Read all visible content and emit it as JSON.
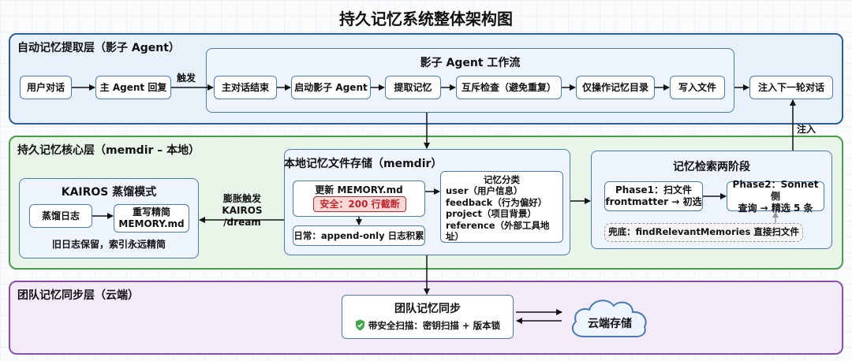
{
  "title": "持久记忆系统整体架构图",
  "layers": {
    "extract": "自动记忆提取层（影子 Agent）",
    "core": "持久记忆核心层（memdir – 本地）",
    "team": "团队记忆同步层（云端）"
  },
  "extract": {
    "user_dialog": "用户对话",
    "main_agent": "主 Agent 回复",
    "trigger": "触发",
    "workflow_title": "影子 Agent 工作流",
    "steps": [
      "主对话结束",
      "启动影子 Agent",
      "提取记忆",
      "互斥检查（避免重复）",
      "仅操作记忆目录",
      "写入文件"
    ],
    "next_dialog": "注入下一轮对话",
    "inject": "注入"
  },
  "core": {
    "kairos_title": "KAIROS 蒸馏模式",
    "distill_log": "蒸馏日志",
    "rewrite_line1": "重写精简",
    "rewrite_line2": "MEMORY.md",
    "kairos_note": "旧日志保留，索引永远精简",
    "dream_line1": "膨胀触发",
    "dream_line2": "KAIROS",
    "dream_line3": "/dream",
    "memdir_title": "本地记忆文件存储（memdir）",
    "update_memory": "更新 MEMORY.md",
    "safety": "安全：200 行截断",
    "daily": "日常：append-only 日志积累",
    "categories_title": "记忆分类",
    "categories": [
      "user（用户信息）",
      "feedback（行为偏好）",
      "project（项目背景）",
      "reference（外部工具地址）"
    ],
    "retrieval_title": "记忆检索两阶段",
    "phase1_line1": "Phase1：扫文件",
    "phase1_line2": "frontmatter → 初选",
    "phase2_line1": "Phase2：Sonnet 侧",
    "phase2_line2": "查询 → 精选 5 条",
    "fallback": "兜底：findRelevantMemories 直接扫文件"
  },
  "team": {
    "sync_title": "团队记忆同步",
    "sync_note": "带安全扫描：密钥扫描 + 版本锁",
    "cloud": "云端存储"
  },
  "colors": {
    "extract_bg": "#e8f1fa",
    "extract_border": "#2f5d9e",
    "core_bg": "#eaf5ea",
    "core_border": "#4a9a4a",
    "team_bg": "#f3ecf8",
    "team_border": "#8a4fae",
    "box_border": "#4a7ab5",
    "safety_bg": "#f8d7d7",
    "safety_text": "#c0262b"
  }
}
